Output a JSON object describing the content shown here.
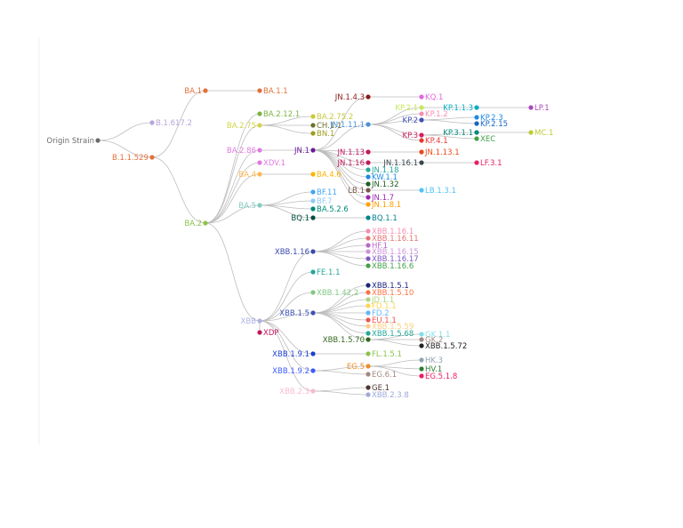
{
  "nodes": [
    {
      "id": "origin",
      "label": "Origin Strain",
      "color": "#6b6b6b"
    },
    {
      "id": "b16172",
      "label": "B.1.617.2",
      "color": "#b7a6dc"
    },
    {
      "id": "b11529",
      "label": "B.1.1.529",
      "color": "#e2703a"
    },
    {
      "id": "ba1",
      "label": "BA.1",
      "color": "#e2703a"
    },
    {
      "id": "ba11",
      "label": "BA.1.1",
      "color": "#e2703a"
    },
    {
      "id": "ba2",
      "label": "BA.2",
      "color": "#8bc34a"
    },
    {
      "id": "ba275",
      "label": "BA.2.75",
      "color": "#d4d44a"
    },
    {
      "id": "ba212_1",
      "label": "BA.2.12.1",
      "color": "#7cb342"
    },
    {
      "id": "ba2752",
      "label": "BA.2.75.2",
      "color": "#c9c93c"
    },
    {
      "id": "ch11",
      "label": "CH.1.1",
      "color": "#6e6e2e"
    },
    {
      "id": "bn1",
      "label": "BN.1",
      "color": "#9e9d24"
    },
    {
      "id": "ba286",
      "label": "BA.2.86",
      "color": "#e07be0"
    },
    {
      "id": "xdv1",
      "label": "XDV.1",
      "color": "#e07be0"
    },
    {
      "id": "ba4",
      "label": "BA.4",
      "color": "#ffb74d"
    },
    {
      "id": "ba46",
      "label": "BA.4.6",
      "color": "#ffb300"
    },
    {
      "id": "ba5",
      "label": "BA.5",
      "color": "#80cbc4"
    },
    {
      "id": "bf11",
      "label": "BF.11",
      "color": "#42a5f5"
    },
    {
      "id": "bf7",
      "label": "BF.7",
      "color": "#90caf9"
    },
    {
      "id": "ba526",
      "label": "BA.5.2.6",
      "color": "#00897b"
    },
    {
      "id": "bq1",
      "label": "BQ.1",
      "color": "#004d40"
    },
    {
      "id": "bq11",
      "label": "BQ.1.1",
      "color": "#00838f"
    },
    {
      "id": "jn1",
      "label": "JN.1",
      "color": "#6a1b9a"
    },
    {
      "id": "jn143",
      "label": "JN.1.4.3",
      "color": "#8b1a1a"
    },
    {
      "id": "kq1",
      "label": "KQ.1",
      "color": "#e066e0"
    },
    {
      "id": "jn111",
      "label": "JN.1.11.1",
      "color": "#4a90d9"
    },
    {
      "id": "kp21",
      "label": "KP.2.1",
      "color": "#c6e85a"
    },
    {
      "id": "kp113",
      "label": "KP.1.1.3",
      "color": "#00acc1"
    },
    {
      "id": "lp1",
      "label": "LP.1",
      "color": "#ab47bc"
    },
    {
      "id": "kp12",
      "label": "KP.1.2",
      "color": "#f48fb1"
    },
    {
      "id": "kp2",
      "label": "KP.2",
      "color": "#3f51b5"
    },
    {
      "id": "kp23",
      "label": "KP.2.3",
      "color": "#1e88e5"
    },
    {
      "id": "kp215",
      "label": "KP.2.15",
      "color": "#1565c0"
    },
    {
      "id": "kp3",
      "label": "KP.3",
      "color": "#d81b60"
    },
    {
      "id": "kp311",
      "label": "KP.3.1.1",
      "color": "#00897b"
    },
    {
      "id": "mc1",
      "label": "MC.1",
      "color": "#c0ca33"
    },
    {
      "id": "xec",
      "label": "XEC",
      "color": "#43a047"
    },
    {
      "id": "kp41",
      "label": "KP.4.1",
      "color": "#e53935"
    },
    {
      "id": "jn113",
      "label": "JN.1.13",
      "color": "#c2185b"
    },
    {
      "id": "jn1131",
      "label": "JN.1.13.1",
      "color": "#e64a19"
    },
    {
      "id": "jn116",
      "label": "JN.1.16",
      "color": "#c2185b"
    },
    {
      "id": "jn1161",
      "label": "JN.1.16.1",
      "color": "#37474f"
    },
    {
      "id": "lf31",
      "label": "LF.3.1",
      "color": "#e91e63"
    },
    {
      "id": "jn118",
      "label": "JN.1.18",
      "color": "#26a69a"
    },
    {
      "id": "kw11",
      "label": "KW.1.1",
      "color": "#1e88e5"
    },
    {
      "id": "jn132",
      "label": "JN.1.32",
      "color": "#1b5e20"
    },
    {
      "id": "lb1",
      "label": "LB.1",
      "color": "#795548"
    },
    {
      "id": "lb131",
      "label": "LB.1.3.1",
      "color": "#4fc3f7"
    },
    {
      "id": "jn17",
      "label": "JN.1.7",
      "color": "#9c27b0"
    },
    {
      "id": "jn181",
      "label": "JN.1.8.1",
      "color": "#ffa000"
    },
    {
      "id": "xbb",
      "label": "XBB",
      "color": "#b0b0e8"
    },
    {
      "id": "xdp",
      "label": "XDP",
      "color": "#c2185b"
    },
    {
      "id": "xbb116",
      "label": "XBB.1.16",
      "color": "#3949ab"
    },
    {
      "id": "xbb1161",
      "label": "XBB.1.16.1",
      "color": "#f48fb1"
    },
    {
      "id": "xbb11611",
      "label": "XBB.1.16.11",
      "color": "#e57373"
    },
    {
      "id": "hf1",
      "label": "HF.1",
      "color": "#ba68c8"
    },
    {
      "id": "xbb11615",
      "label": "XBB.1.16.15",
      "color": "#ce93d8"
    },
    {
      "id": "xbb11617",
      "label": "XBB.1.16.17",
      "color": "#7e57c2"
    },
    {
      "id": "xbb1166",
      "label": "XBB.1.16.6",
      "color": "#43a047"
    },
    {
      "id": "fe11",
      "label": "FE.1.1",
      "color": "#26a69a"
    },
    {
      "id": "xbb1422",
      "label": "XBB.1.42.2",
      "color": "#81c784"
    },
    {
      "id": "xbb15",
      "label": "XBB.1.5",
      "color": "#3f51b5"
    },
    {
      "id": "xbb151",
      "label": "XBB.1.5.1",
      "color": "#1a237e"
    },
    {
      "id": "xbb1510",
      "label": "XBB.1.5.10",
      "color": "#ff7043"
    },
    {
      "id": "jd11",
      "label": "JD.1.1",
      "color": "#aed581"
    },
    {
      "id": "fd11",
      "label": "FD.1.1",
      "color": "#ffd54f"
    },
    {
      "id": "fd2",
      "label": "FD.2",
      "color": "#64b5f6"
    },
    {
      "id": "eu11",
      "label": "EU.1.1",
      "color": "#ef5350"
    },
    {
      "id": "xbb1559",
      "label": "XBB.1.5.59",
      "color": "#ffcc80"
    },
    {
      "id": "xbb1568",
      "label": "XBB.1.5.68",
      "color": "#26a69a"
    },
    {
      "id": "xbb1570",
      "label": "XBB.1.5.70",
      "color": "#33691e"
    },
    {
      "id": "gk11",
      "label": "GK.1.1",
      "color": "#80deea"
    },
    {
      "id": "gk2",
      "label": "GK.2",
      "color": "#a1887f"
    },
    {
      "id": "xbb1572",
      "label": "XBB.1.5.72",
      "color": "#212121"
    },
    {
      "id": "xbb191",
      "label": "XBB.1.9.1",
      "color": "#1e40d0"
    },
    {
      "id": "fl151",
      "label": "FL.1.5.1",
      "color": "#8bc34a"
    },
    {
      "id": "xbb192",
      "label": "XBB.1.9.2",
      "color": "#3d5afe"
    },
    {
      "id": "eg5",
      "label": "EG.5",
      "color": "#ef8c2a"
    },
    {
      "id": "hk3",
      "label": "HK.3",
      "color": "#90a4ae"
    },
    {
      "id": "hv1",
      "label": "HV.1",
      "color": "#2e7d32"
    },
    {
      "id": "eg518",
      "label": "EG.5.1.8",
      "color": "#e91e63"
    },
    {
      "id": "eg61",
      "label": "EG.6.1",
      "color": "#a1887f"
    },
    {
      "id": "xbb23",
      "label": "XBB.2.3",
      "color": "#f8bbd0"
    },
    {
      "id": "ge1",
      "label": "GE.1",
      "color": "#4e342e"
    },
    {
      "id": "xbb238",
      "label": "XBB.2.3.8",
      "color": "#9fa8da"
    }
  ],
  "edges": [
    [
      "origin",
      "b16172"
    ],
    [
      "origin",
      "b11529"
    ],
    [
      "b11529",
      "ba1"
    ],
    [
      "b11529",
      "ba2"
    ],
    [
      "ba1",
      "ba11"
    ],
    [
      "ba2",
      "ba275"
    ],
    [
      "ba2",
      "ba212_1"
    ],
    [
      "ba2",
      "ba286"
    ],
    [
      "ba2",
      "xdv1"
    ],
    [
      "ba2",
      "ba4"
    ],
    [
      "ba2",
      "ba5"
    ],
    [
      "ba2",
      "xbb"
    ],
    [
      "ba275",
      "ba2752"
    ],
    [
      "ba275",
      "ch11"
    ],
    [
      "ba275",
      "bn1"
    ],
    [
      "ba286",
      "jn1"
    ],
    [
      "ba4",
      "ba46"
    ],
    [
      "ba5",
      "bf11"
    ],
    [
      "ba5",
      "bf7"
    ],
    [
      "ba5",
      "ba526"
    ],
    [
      "ba5",
      "bq1"
    ],
    [
      "bq1",
      "bq11"
    ],
    [
      "jn1",
      "jn143"
    ],
    [
      "jn1",
      "jn111"
    ],
    [
      "jn1",
      "jn113"
    ],
    [
      "jn1",
      "jn116"
    ],
    [
      "jn1",
      "jn118"
    ],
    [
      "jn1",
      "kw11"
    ],
    [
      "jn1",
      "jn132"
    ],
    [
      "jn1",
      "lb1"
    ],
    [
      "jn1",
      "jn17"
    ],
    [
      "jn1",
      "jn181"
    ],
    [
      "jn143",
      "kq1"
    ],
    [
      "jn111",
      "kp21"
    ],
    [
      "jn111",
      "kp12"
    ],
    [
      "jn111",
      "kp2"
    ],
    [
      "jn111",
      "kp3"
    ],
    [
      "jn111",
      "kp41"
    ],
    [
      "kp21",
      "kp113"
    ],
    [
      "kp113",
      "lp1"
    ],
    [
      "kp2",
      "kp23"
    ],
    [
      "kp2",
      "kp215"
    ],
    [
      "kp3",
      "kp311"
    ],
    [
      "kp3",
      "xec"
    ],
    [
      "kp311",
      "mc1"
    ],
    [
      "jn113",
      "jn1131"
    ],
    [
      "jn116",
      "jn1161"
    ],
    [
      "jn1161",
      "lf31"
    ],
    [
      "lb1",
      "lb131"
    ],
    [
      "xbb",
      "xbb116"
    ],
    [
      "xbb",
      "fe11"
    ],
    [
      "xbb",
      "xbb1422"
    ],
    [
      "xbb",
      "xbb15"
    ],
    [
      "xbb",
      "xdp"
    ],
    [
      "xbb",
      "xbb191"
    ],
    [
      "xbb",
      "xbb192"
    ],
    [
      "xbb",
      "xbb23"
    ],
    [
      "xbb116",
      "xbb1161"
    ],
    [
      "xbb116",
      "xbb11611"
    ],
    [
      "xbb116",
      "hf1"
    ],
    [
      "xbb116",
      "xbb11615"
    ],
    [
      "xbb116",
      "xbb11617"
    ],
    [
      "xbb116",
      "xbb1166"
    ],
    [
      "xbb15",
      "xbb151"
    ],
    [
      "xbb15",
      "xbb1510"
    ],
    [
      "xbb15",
      "jd11"
    ],
    [
      "xbb15",
      "fd11"
    ],
    [
      "xbb15",
      "fd2"
    ],
    [
      "xbb15",
      "eu11"
    ],
    [
      "xbb15",
      "xbb1559"
    ],
    [
      "xbb15",
      "xbb1568"
    ],
    [
      "xbb15",
      "xbb1570"
    ],
    [
      "xbb1570",
      "gk11"
    ],
    [
      "xbb1570",
      "gk2"
    ],
    [
      "xbb1570",
      "xbb1572"
    ],
    [
      "xbb191",
      "fl151"
    ],
    [
      "xbb192",
      "eg5"
    ],
    [
      "xbb192",
      "eg61"
    ],
    [
      "eg5",
      "hk3"
    ],
    [
      "eg5",
      "hv1"
    ],
    [
      "eg5",
      "eg518"
    ],
    [
      "xbb23",
      "ge1"
    ],
    [
      "xbb23",
      "xbb238"
    ]
  ]
}
